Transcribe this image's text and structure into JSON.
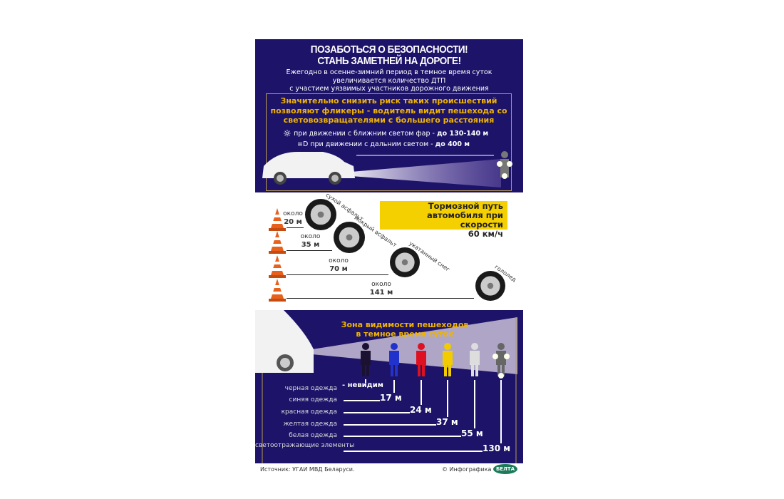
{
  "top": {
    "title": [
      "ПОЗАБОТЬСЯ О БЕЗОПАСНОСТИ!",
      "СТАНЬ ЗАМЕТНЕЙ НА ДОРОГЕ!"
    ],
    "subtitle": [
      "Ежегодно в осенне-зимний период в темное время суток",
      "увеличивается количество ДТП",
      "с участием уязвимых участников дорожного движения"
    ],
    "highlight": [
      "Значительно снизить риск таких происшествий",
      "позволяют фликеры - водитель видит пешехода со",
      "световозвращателями с большего расстояния"
    ],
    "low_beam": {
      "text": "при движении с ближним светом фар - ",
      "value": "до 130-140 м",
      "icon": "low-beam-icon"
    },
    "high_beam": {
      "text": "при движении с дальним светом - ",
      "value": "до 400 м",
      "icon": "high-beam-icon"
    }
  },
  "braking": {
    "title": [
      "Тормозной путь",
      "автомобиля при скорости",
      "60 км/ч"
    ],
    "rows": [
      {
        "about": "около",
        "distance": "20 м",
        "surface": "сухой асфальт"
      },
      {
        "about": "около",
        "distance": "35 м",
        "surface": "мокрый асфальт"
      },
      {
        "about": "около",
        "distance": "70 м",
        "surface": "укатанный снег"
      },
      {
        "about": "около",
        "distance": "141 м",
        "surface": "гололед"
      }
    ]
  },
  "visibility": {
    "title": [
      "Зона видимости пешеходов",
      "в темное время суток"
    ],
    "rows": [
      {
        "label": "черная одежда",
        "value": "- невидим",
        "color": "#1a1230"
      },
      {
        "label": "синяя одежда",
        "value": "17 м",
        "color": "#2233cc"
      },
      {
        "label": "красная одежда",
        "value": "24 м",
        "color": "#dd1122"
      },
      {
        "label": "желтая одежда",
        "value": "37 м",
        "color": "#f2cc00"
      },
      {
        "label": "белая одежда",
        "value": "55 м",
        "color": "#dddddd"
      },
      {
        "label": "светоотражающие элементы",
        "value": "130 м",
        "color": "#666666"
      }
    ]
  },
  "footer": {
    "source": "Источник: УГАИ МВД Беларуси.",
    "credit": "© Инфографика",
    "logo": "БЕЛТА"
  }
}
